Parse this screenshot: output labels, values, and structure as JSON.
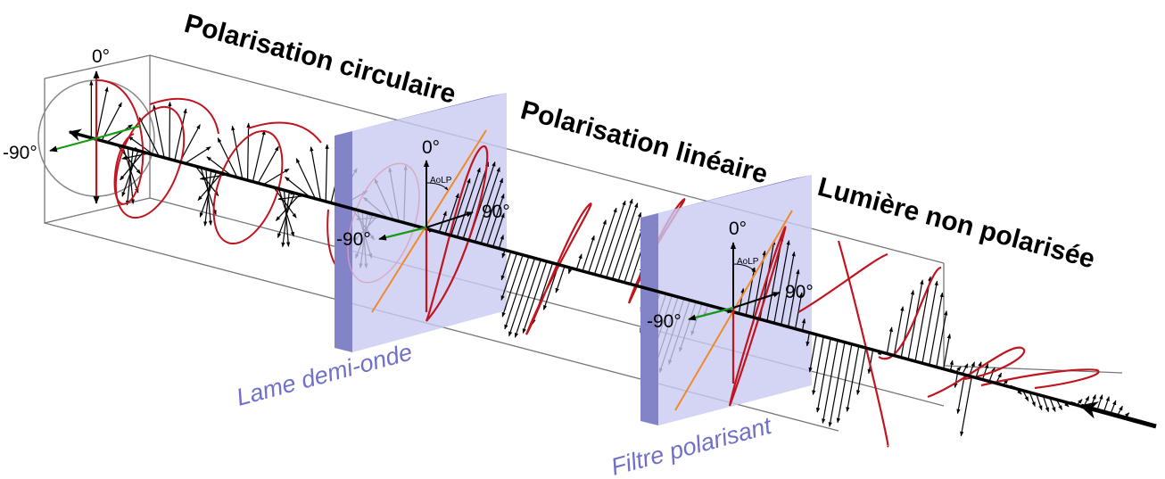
{
  "titles": {
    "circular": "Polarisation circulaire",
    "linear": "Polarisation linéaire",
    "unpolarized": "Lumière non polarisée"
  },
  "plate1": {
    "caption": "Lame demi-onde",
    "angle_top": "0°",
    "angle_left": "-90°",
    "angle_right": "90°",
    "angle_name": "AoLP"
  },
  "plate2": {
    "caption": "Filtre polarisant",
    "angle_top": "0°",
    "angle_left": "-90°",
    "angle_right": "90°",
    "angle_name": "AoLP"
  },
  "left_box": {
    "angle_top": "0°",
    "angle_left": "-90°"
  },
  "colors": {
    "wave": "#c0141e",
    "plate_face": "#c9c9f3",
    "plate_edge": "#8383c8",
    "caption": "#7070c8",
    "axis_orange": "#f08a28",
    "axis_green": "#159a15",
    "guide": "#777777"
  }
}
